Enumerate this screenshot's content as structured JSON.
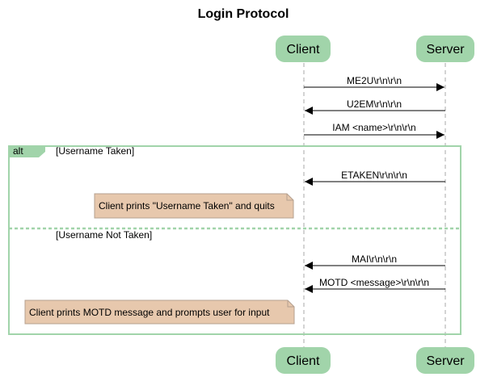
{
  "title": "Login Protocol",
  "actors": {
    "client": "Client",
    "server": "Server"
  },
  "messages": [
    "ME2U\\r\\n\\r\\n",
    "U2EM\\r\\n\\r\\n",
    "IAM <name>\\r\\n\\r\\n",
    "ETAKEN\\r\\n\\r\\n",
    "MAI\\r\\n\\r\\n",
    "MOTD <message>\\r\\n\\r\\n"
  ],
  "alt_frame": {
    "tag": "alt",
    "guard_1": "[Username Taken]",
    "guard_2": "[Username Not Taken]"
  },
  "notes": [
    "Client prints \"Username Taken\" and quits",
    "Client prints MOTD message and prompts user for input"
  ],
  "colors": {
    "actor_fill": "#a1d4aa",
    "frame_stroke": "#a1d4aa",
    "note_fill": "#e7c8ad",
    "note_stroke": "#b5a08f",
    "lifeline": "#aaaaaa"
  }
}
